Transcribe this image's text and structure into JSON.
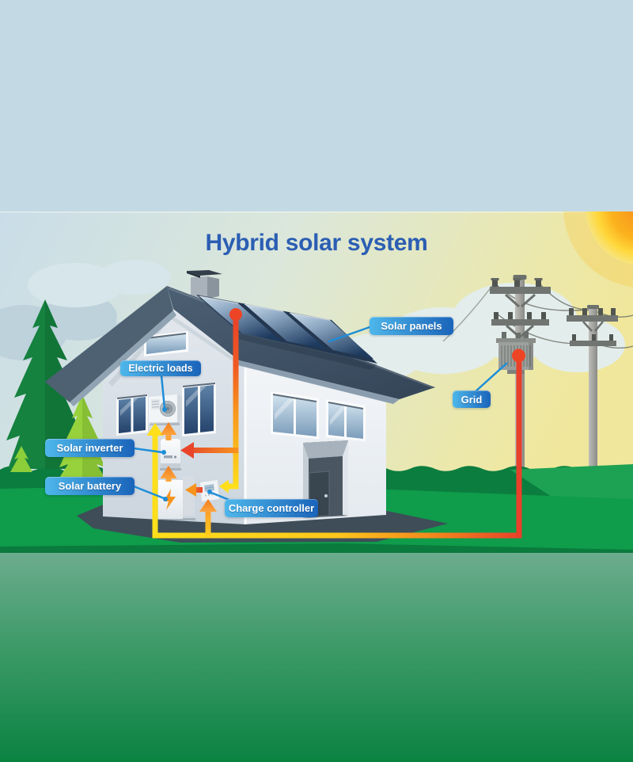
{
  "title": "Hybrid solar system",
  "labels": {
    "solar_panels": "Solar panels",
    "electric_loads": "Electric loads",
    "solar_inverter": "Solar inverter",
    "solar_battery": "Solar battery",
    "charge_controller": "Charge controller",
    "grid": "Grid"
  },
  "colors": {
    "title_text": "#2b5eb3",
    "label_gradient_start": "#4eb7ea",
    "label_gradient_end": "#1a64ba",
    "pointer_line": "#1e8ed8",
    "flow_yellow": "#ffdf1b",
    "flow_orange": "#f7941e",
    "flow_red": "#e8402a",
    "sky_top": "#c3dae4",
    "grass_green": "#0f9c4b",
    "roof_slate": "#45596c",
    "sun_orange": "#f78d1d"
  }
}
